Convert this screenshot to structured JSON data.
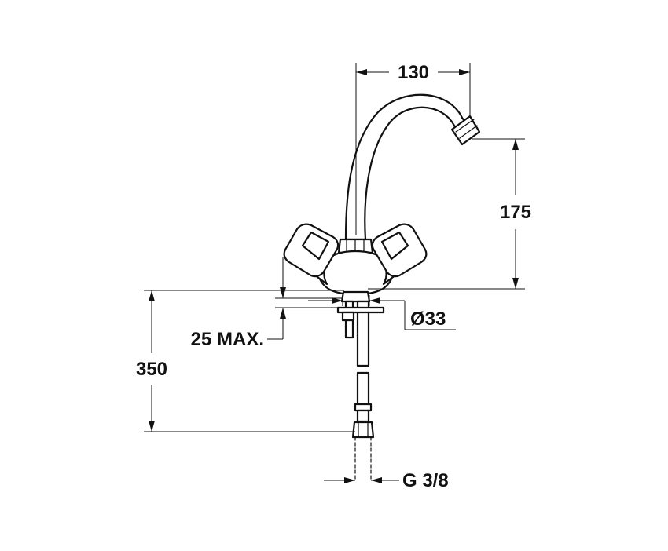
{
  "dimensions": {
    "spout_reach": "130",
    "spout_height": "175",
    "total_height": "350",
    "deck_thickness": "25 MAX.",
    "hole_diameter": "Ø33",
    "connection_thread": "G 3/8"
  },
  "colors": {
    "line": "#111111",
    "background": "#ffffff"
  }
}
